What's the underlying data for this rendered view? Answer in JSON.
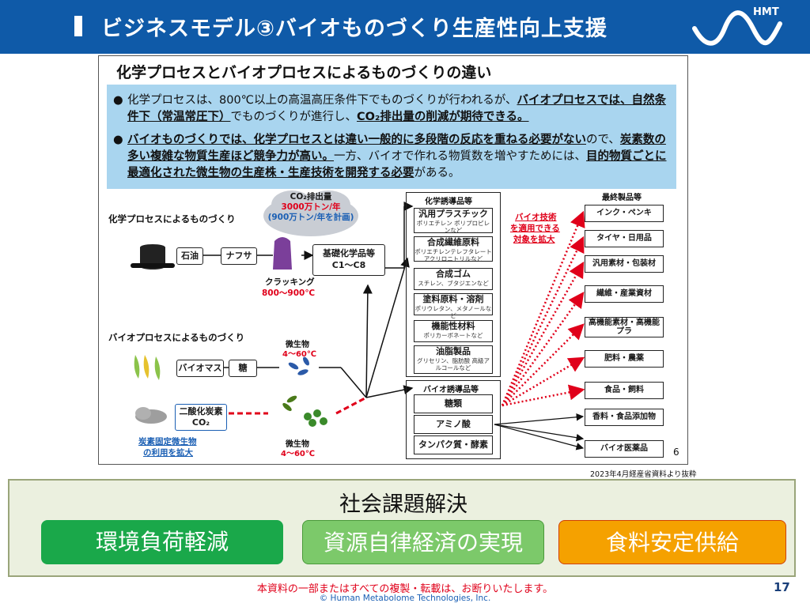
{
  "header": {
    "title": "ビジネスモデル③バイオものづくり生産性向上支援",
    "logo_text": "HMT"
  },
  "figure": {
    "title": "化学プロセスとバイオプロセスによるものづくりの違い",
    "bullet1": {
      "p1": "化学プロセスは、800℃以上の高温高圧条件下でものづくりが行われるが、",
      "b1": "バイオプロセスでは、",
      "b2": "自然条件下（常温常圧下）",
      "p2": "でものづくりが進行し、",
      "b3": "CO₂排出量の削減が期待できる。"
    },
    "bullet2": {
      "b1": "バイオものづくりでは、化学プロセスとは違い一般的に多段階の反応を重ねる必要がない",
      "p1": "ので、",
      "b2": "炭素数の多い複雑な物質生産ほど競争力が高い。",
      "p2": "一方、バイオで作れる物質数を増やすためには、",
      "b3": "目的物質ごとに最適化された微生物の生産株・生産技術を開発する必要",
      "p3": "がある。"
    },
    "chem_process_label": "化学プロセスによるものづくり",
    "bio_process_label": "バイオプロセスによるものづくり",
    "co2_cloud": {
      "l1": "CO₂排出量",
      "l2": "3000万トン/年",
      "l3": "(900万トン/年を計画)"
    },
    "oil": "石油",
    "naphtha": "ナフサ",
    "cracking": "クラッキング",
    "cracking_temp": "800～900℃",
    "basic_chem": {
      "l1": "基礎化学品等",
      "l2": "C1～C8"
    },
    "biomass": "バイオマス",
    "sugar": "糖",
    "microbe1": "微生物",
    "microbe1_temp": "4～60℃",
    "co2_box": {
      "l1": "二酸化炭素",
      "l2": "CO₂"
    },
    "microbe2": "微生物",
    "microbe2_temp": "4～60℃",
    "carbon_fix": {
      "l1": "炭素固定微生物",
      "l2": "の利用を拡大"
    },
    "chem_derivatives": {
      "header": "化学誘導品等",
      "items": [
        {
          "t": "汎用プラスチック",
          "s": "ポリエチレン ポリプロピレンなど"
        },
        {
          "t": "合成繊維原料",
          "s": "ポリエチレンテレフタレート アクリロニトリルなど"
        },
        {
          "t": "合成ゴム",
          "s": "スチレン、ブタジエンなど"
        },
        {
          "t": "塗料原料・溶剤",
          "s": "ポリウレタン、メタノールなど"
        },
        {
          "t": "機能性材料",
          "s": "ポリカーボネートなど"
        },
        {
          "t": "油脂製品",
          "s": "グリセリン、脂肪酸 高級アルコールなど"
        }
      ]
    },
    "bio_derivatives": {
      "header": "バイオ誘導品等",
      "items": [
        "糖類",
        "アミノ酸",
        "タンパク質・酵素"
      ]
    },
    "bio_tech_note": {
      "l1": "バイオ技術",
      "l2": "を適用できる",
      "l3": "対象を拡大"
    },
    "final_products": {
      "header": "最終製品等",
      "items": [
        "インク・ペンキ",
        "タイヤ・日用品",
        "汎用素材・包装材",
        "繊維・産業資材",
        "高機能素材・高機能プラ",
        "肥料・農薬",
        "食品・飼料",
        "香料・食品添加物",
        "バイオ医薬品"
      ]
    },
    "slide_num": "6"
  },
  "source_note": "2023年4月経産省資料より抜粋",
  "social": {
    "title": "社会課題解決",
    "solutions": [
      {
        "label": "環境負荷軽減",
        "color": "#1aa84a"
      },
      {
        "label": "資源自律経済の実現",
        "color": "#7cc96a"
      },
      {
        "label": "食料安定供給",
        "color": "#f5a100"
      }
    ]
  },
  "footer": {
    "note": "本資料の一部またはすべての複製・転載は、お断りいたします。",
    "copyright": "© Human Metabolome Technologies, Inc.",
    "page": "17"
  }
}
